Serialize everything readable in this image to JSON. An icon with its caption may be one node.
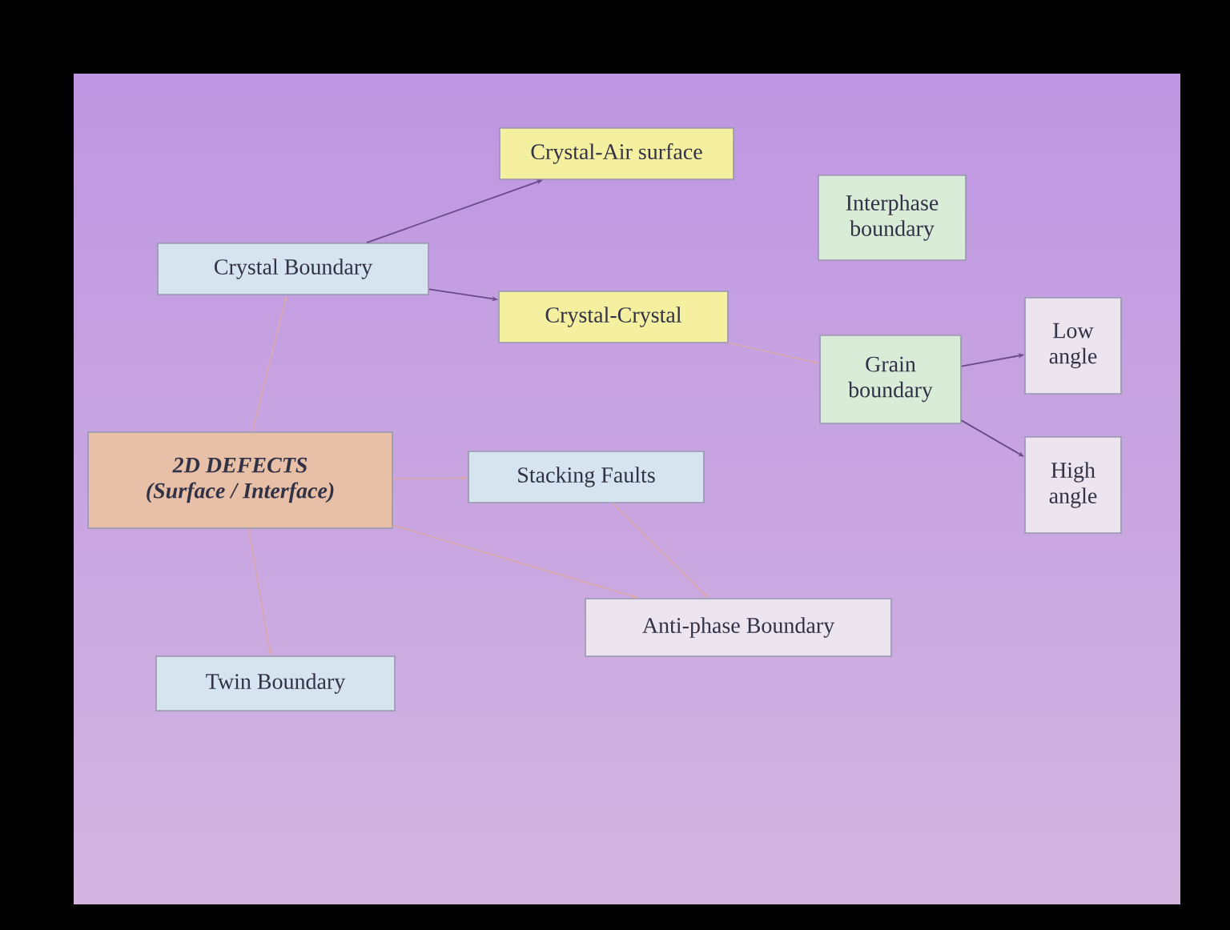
{
  "diagram": {
    "nodes": [
      {
        "text": [
          "Crystal Boundary"
        ]
      },
      {
        "text": [
          "Crystal-Air surface"
        ]
      },
      {
        "text": [
          "Crystal-Crystal"
        ]
      },
      {
        "text": [
          "Interphase boundary"
        ]
      },
      {
        "text": [
          "Grain boundary"
        ]
      },
      {
        "text": [
          "Low angle"
        ]
      },
      {
        "text": [
          "High angle"
        ]
      },
      {
        "text": [
          "2D DEFECTS",
          "(Surface / Interface)"
        ]
      },
      {
        "text": [
          "Stacking Faults"
        ]
      },
      {
        "text": [
          "Anti-phase Boundary"
        ]
      },
      {
        "text": [
          "Twin Boundary"
        ]
      }
    ],
    "edges": [
      {
        "from": 7,
        "to": 0,
        "arrow": "to"
      },
      {
        "from": 0,
        "to": 1,
        "arrow": "to",
        "color": "#6a4a8a"
      },
      {
        "from": 0,
        "to": 2,
        "arrow": "to",
        "color": "#6a4a8a"
      },
      {
        "from": 2,
        "to": 4,
        "arrow": "to"
      },
      {
        "from": 4,
        "to": 5,
        "arrow": "to",
        "color": "#6a4a8a"
      },
      {
        "from": 4,
        "to": 6,
        "arrow": "to",
        "color": "#6a4a8a"
      },
      {
        "from": 7,
        "to": 8,
        "arrow": "to"
      },
      {
        "from": 8,
        "to": 9,
        "arrow": "to"
      },
      {
        "from": 7,
        "to": 9,
        "arrow": "to"
      },
      {
        "from": 7,
        "to": 10,
        "arrow": "to"
      }
    ]
  }
}
